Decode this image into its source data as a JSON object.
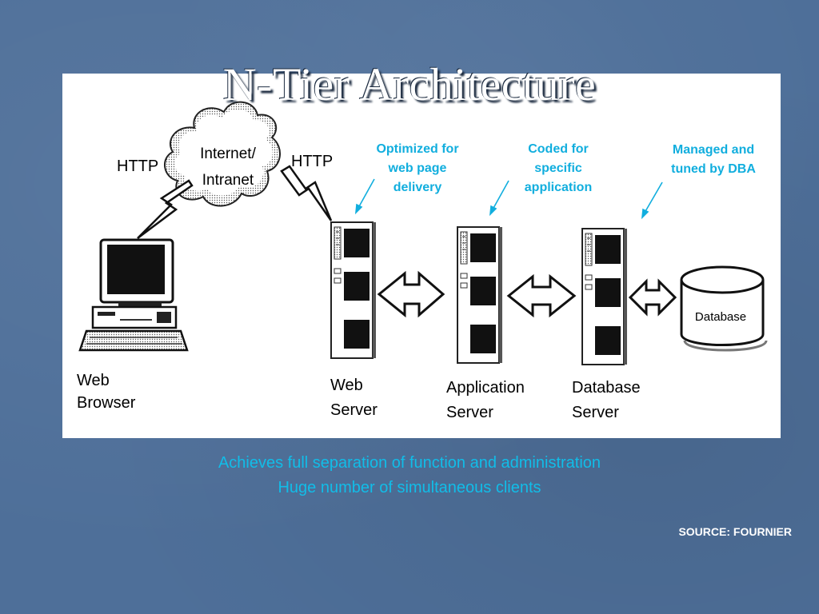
{
  "slide": {
    "title": "N-Tier Architecture",
    "captions": [
      "Achieves full separation of function and administration",
      "Huge number of simultaneous clients"
    ],
    "source": "SOURCE: FOURNIER"
  },
  "diagram": {
    "cloud_lines": [
      "Internet/",
      "Intranet"
    ],
    "http_left": "HTTP",
    "http_right": "HTTP",
    "nodes": {
      "browser": [
        "Web",
        "Browser"
      ],
      "web_server": [
        "Web",
        "Server"
      ],
      "app_server": [
        "Application",
        "Server"
      ],
      "db_server": [
        "Database",
        "Server"
      ],
      "database": "Database"
    },
    "notes": {
      "web": [
        "Optimized for",
        "web page",
        "delivery"
      ],
      "app": [
        "Coded for",
        "specific",
        "application"
      ],
      "db": [
        "Managed and",
        "tuned by DBA"
      ]
    }
  },
  "colors": {
    "background": "#4e6f99",
    "note_text": "#11aede",
    "caption_text": "#11bde8",
    "title_text": "#ffffff"
  }
}
